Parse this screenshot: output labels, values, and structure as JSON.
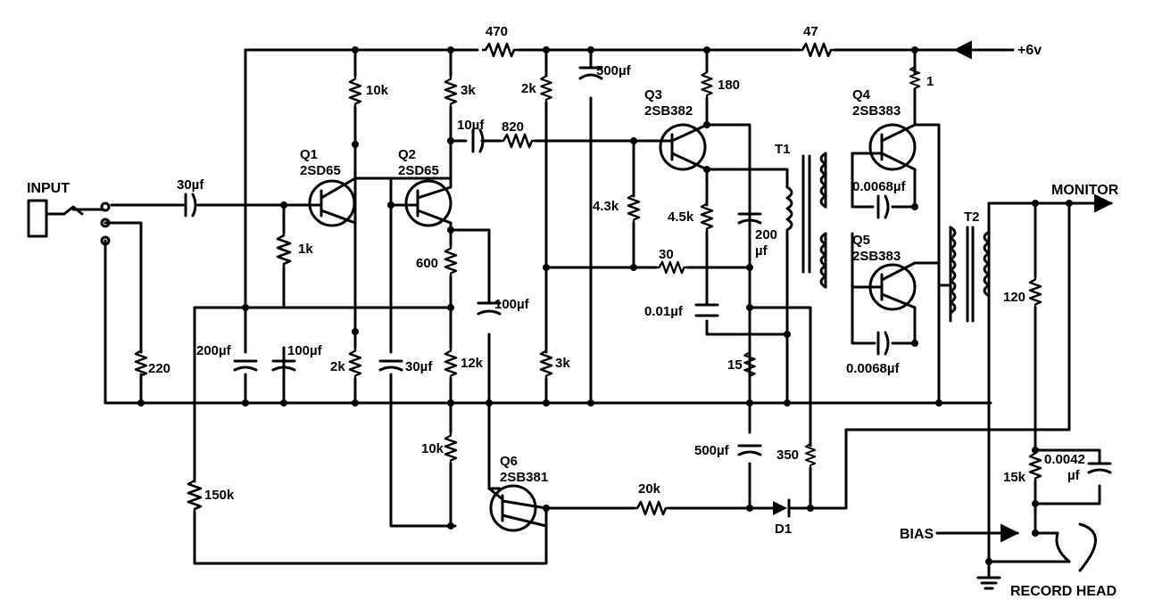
{
  "terminals": {
    "input": "INPUT",
    "supply": "+6v",
    "monitor": "MONITOR",
    "bias": "BIAS",
    "record_head": "RECORD HEAD"
  },
  "transistors": [
    {
      "ref": "Q1",
      "part": "2SD65"
    },
    {
      "ref": "Q2",
      "part": "2SD65"
    },
    {
      "ref": "Q3",
      "part": "2SB382"
    },
    {
      "ref": "Q4",
      "part": "2SB383"
    },
    {
      "ref": "Q5",
      "part": "2SB383"
    },
    {
      "ref": "Q6",
      "part": "2SB381"
    }
  ],
  "transformers": [
    "T1",
    "T2"
  ],
  "diode": "D1",
  "resistors": {
    "r470": "470",
    "r47": "47",
    "r10k_q1": "10k",
    "r3k_q2": "3k",
    "r2k_top": "2k",
    "r180": "180",
    "r1": "1",
    "r820": "820",
    "r1k": "1k",
    "r600": "600",
    "r4_3k": "4.3k",
    "r4_5k": "4.5k",
    "r30": "30",
    "r220": "220",
    "r2k_e": "2k",
    "r12k": "12k",
    "r3k_bot": "3k",
    "r15": "15",
    "r120": "120",
    "r10k_bot": "10k",
    "r350": "350",
    "r150k": "150k",
    "r20k": "20k",
    "r15k": "15k"
  },
  "capacitors": {
    "c30_in": "30µf",
    "c500_top": "500µf",
    "c10": "10µf",
    "c200": "200",
    "c200_unit": "µf",
    "c100_b": "100µf",
    "c200_left": "200µf",
    "c100_left": "100µf",
    "c30_mid": "30µf",
    "c0068_a": "0.0068µf",
    "c0068_b": "0.0068µf",
    "c001": "0.01µf",
    "c500_bot": "500µf",
    "c0042": "0.0042",
    "c0042_unit": "µf"
  }
}
